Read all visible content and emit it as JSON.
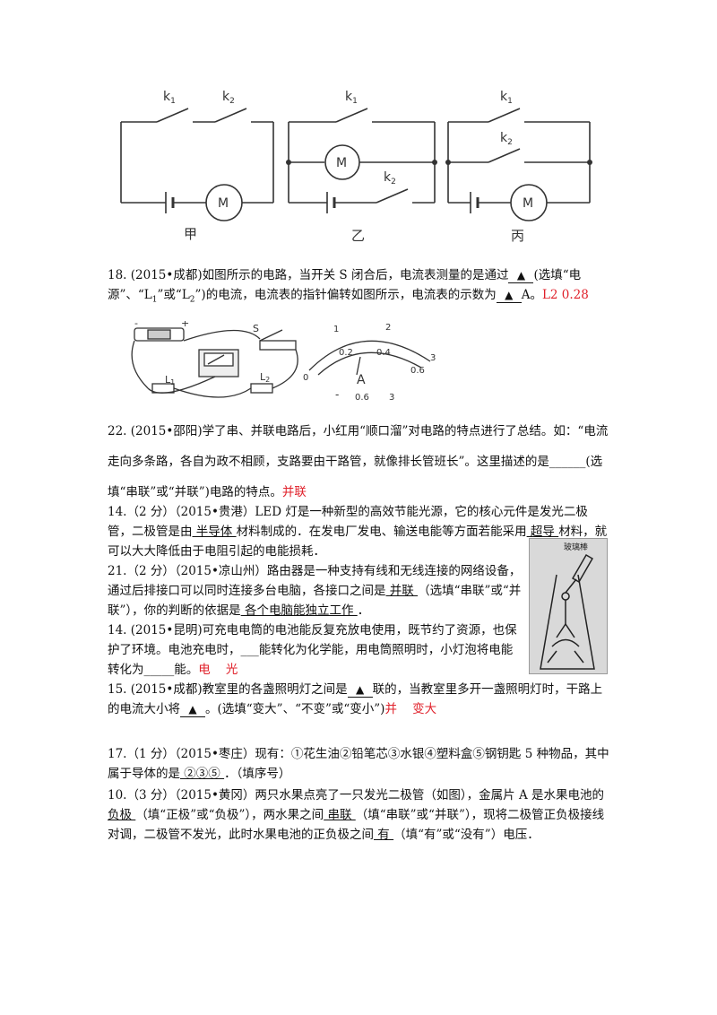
{
  "circuit_labels": {
    "k1": "k",
    "k1_sub": "1",
    "k2": "k",
    "k2_sub": "2",
    "motor": "M",
    "fig_a": "甲",
    "fig_b": "乙",
    "fig_c": "丙"
  },
  "q18": {
    "p1": "18. (2015•成都)如图所示的电路，当开关 S 闭合后，电流表测量的是通过",
    "blank1": "▲",
    "p2": "(选填“电源”、“L",
    "sub1": "1",
    "p3": "”或“L",
    "sub2": "2",
    "p4": "”)的电流，电流表的指针偏转如图所示，电流表的示数为",
    "blank2": "▲",
    "p5": "A。",
    "answer": "L2 0.28",
    "fig": {
      "s": "S",
      "l1": "L",
      "l1_sub": "1",
      "l2": "L",
      "l2_sub": "2",
      "t0": "0",
      "t1": "1",
      "t2": "2",
      "t3": "3",
      "s02": "0.2",
      "s04": "0.4",
      "s06": "0.6",
      "unit": "A",
      "minus": "-",
      "term06": "0.6",
      "term3": "3"
    }
  },
  "q22": {
    "p1": "22. (2015•邵阳)学了串、并联电路后，小红用“顺口溜”对电路的特点进行了总结。如：“电流走向多条路，各自为政不相顾，支路要由干路管，就像排长管班长”。这里描述的是",
    "blank": "______",
    "p2": "(选填“串联”或“并联”)电路的特点。",
    "answer": "并联"
  },
  "q14a": {
    "p1": "14.（2 分）（2015•贵港）LED 灯是一种新型的高效节能光源，它的核心元件是发光二极管，二极管是由",
    "a1": "  半导体  ",
    "p2": "材料制成的．在发电厂发电、输送电能等方面若能采用",
    "a2": "  超导  ",
    "p3": "材料，就可以大大降低由于电阻引起的电能损耗．"
  },
  "q21": {
    "p1": "21.（2 分）（2015•凉山州）路由器是一种支持有线和无线连接的网络设备，通过后排接口可以同时连接多台电脑，各接口之间是",
    "a1": "  并联  ",
    "p2": "（选填“串联”或“并联”），你的判断的依据是",
    "a2": "  各个电脑能独立工作  ",
    "p3": "．",
    "img_label": "玻璃棒"
  },
  "q14b": {
    "p1": "14. (2015•昆明)可充电电筒的电池能反复充放电使用，既节约了资源，也保护了环境。电池充电时，",
    "blank1": "___",
    "p2": "能转化为化学能，用电筒照明时，小灯泡将电能转化为",
    "blank2": "_____",
    "p3": "能。",
    "answer": "电    光"
  },
  "q15": {
    "p1": "15. (2015•成都)教室里的各盏照明灯之间是",
    "blank1": "▲",
    "p2": "联的，当教室里多开一盏照明灯时，干路上的电流大小将",
    "blank2": "▲",
    "p3": "。(选填“变大”、“不变”或“变小”)",
    "answer": "并    变大"
  },
  "q17": {
    "p1": "17.（1 分）（2015•枣庄）现有：①花生油②铅笔芯③水银④塑料盒⑤钢钥匙 5 种物品，其中属于导体的是",
    "a1": "  ②③⑤  ",
    "p2": "．（填序号）"
  },
  "q10": {
    "p1": "10.（3 分）（2015•黄冈）两只水果点亮了一只发光二极管（如图），金属片 A 是水果电池的",
    "a1": "  负极  ",
    "p2": "（填“正极”或“负极”），两水果之间",
    "a2": "  串联  ",
    "p3": "（填“串联”或“并联”），现将二极管正负极接线对调，二极管不发光，此时水果电池的正负极之间",
    "a3": "  有  ",
    "p4": "（填“有”或“没有”）电压．"
  }
}
